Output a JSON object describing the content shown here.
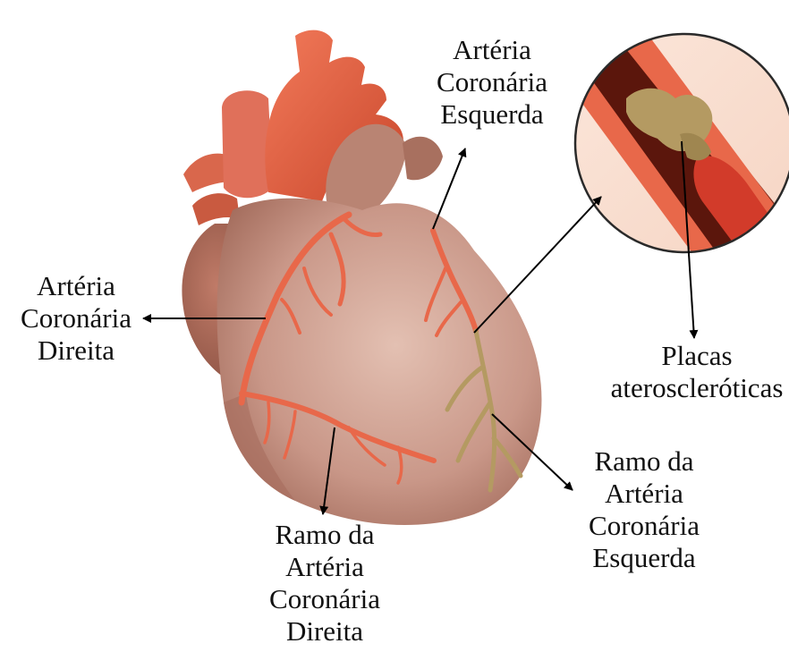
{
  "colors": {
    "background": "#ffffff",
    "heart_flesh": "#c99788",
    "heart_shadow": "#a7705f",
    "artery": "#e8684a",
    "artery_dark": "#c8482f",
    "plaque": "#b49a62",
    "label_text": "#111111"
  },
  "labels": {
    "left_coronary": {
      "line1": "Artéria",
      "line2": "Coronária",
      "line3": "Esquerda"
    },
    "right_coronary": {
      "line1": "Artéria",
      "line2": "Coronária",
      "line3": "Direita"
    },
    "plaques": {
      "line1": "Placas",
      "line2": "ateroscleróticas"
    },
    "left_branch": {
      "line1": "Ramo da",
      "line2": "Artéria",
      "line3": "Coronária",
      "line4": "Esquerda"
    },
    "right_branch": {
      "line1": "Ramo da",
      "line2": "Artéria",
      "line3": "Coronária",
      "line4": "Direita"
    }
  }
}
